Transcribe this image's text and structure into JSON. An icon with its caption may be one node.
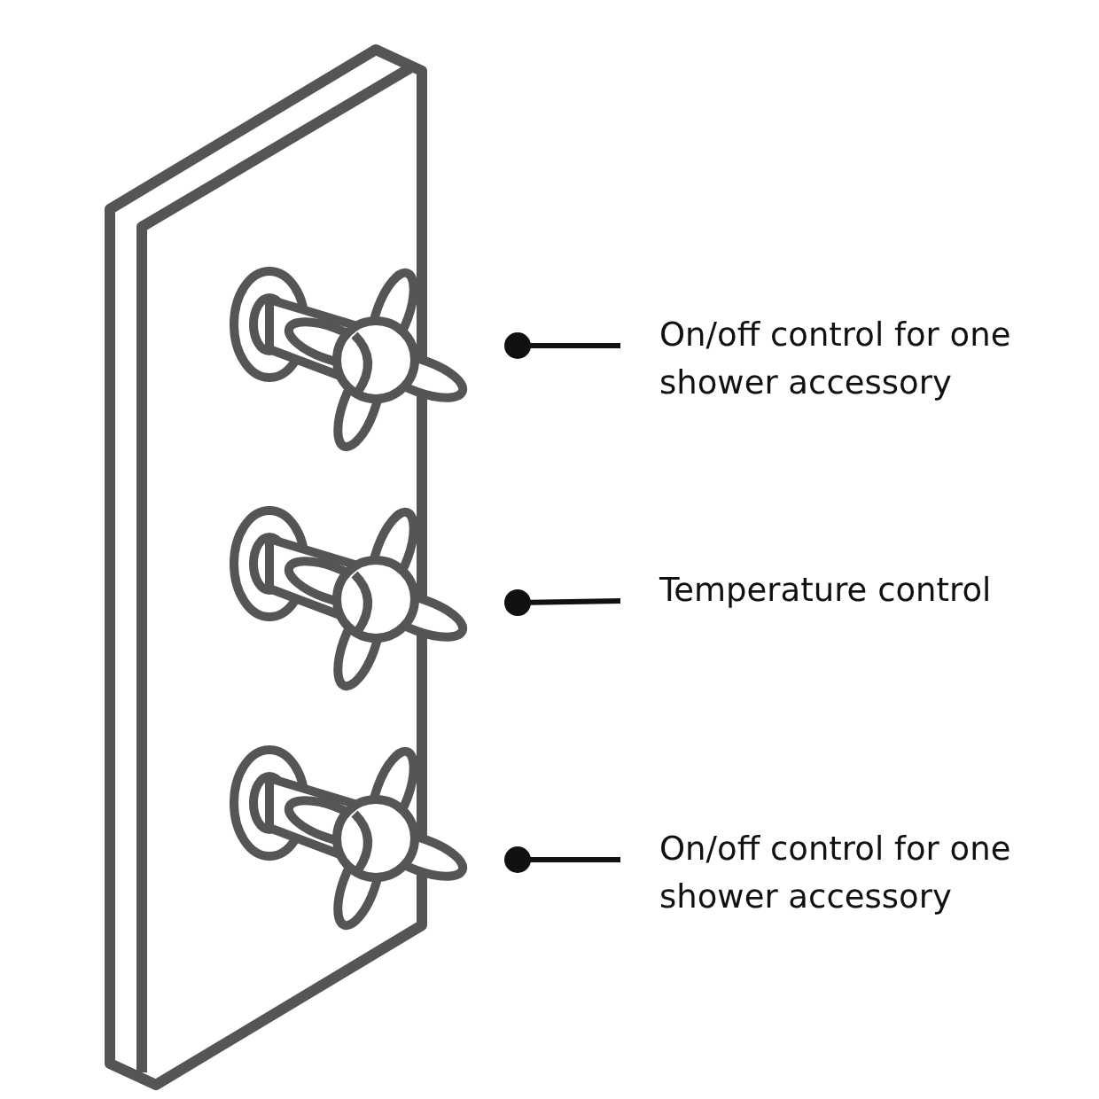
{
  "diagram": {
    "nodes": [
      {
        "text": [
          "On/off control for one shower accessory"
        ]
      },
      {
        "text": [
          "Temperature control"
        ]
      },
      {
        "text": [
          "On/off control for one shower accessory"
        ]
      },
      {
        "text": [],
        "shape": "picture"
      },
      {
        "text": [],
        "shape": "picture"
      },
      {
        "text": [],
        "shape": "picture"
      }
    ],
    "edges": [
      {
        "from": 0,
        "to": 3,
        "arrow": "other"
      },
      {
        "from": 1,
        "to": 4,
        "arrow": "other"
      },
      {
        "from": 2,
        "to": 5,
        "arrow": "other"
      }
    ]
  }
}
